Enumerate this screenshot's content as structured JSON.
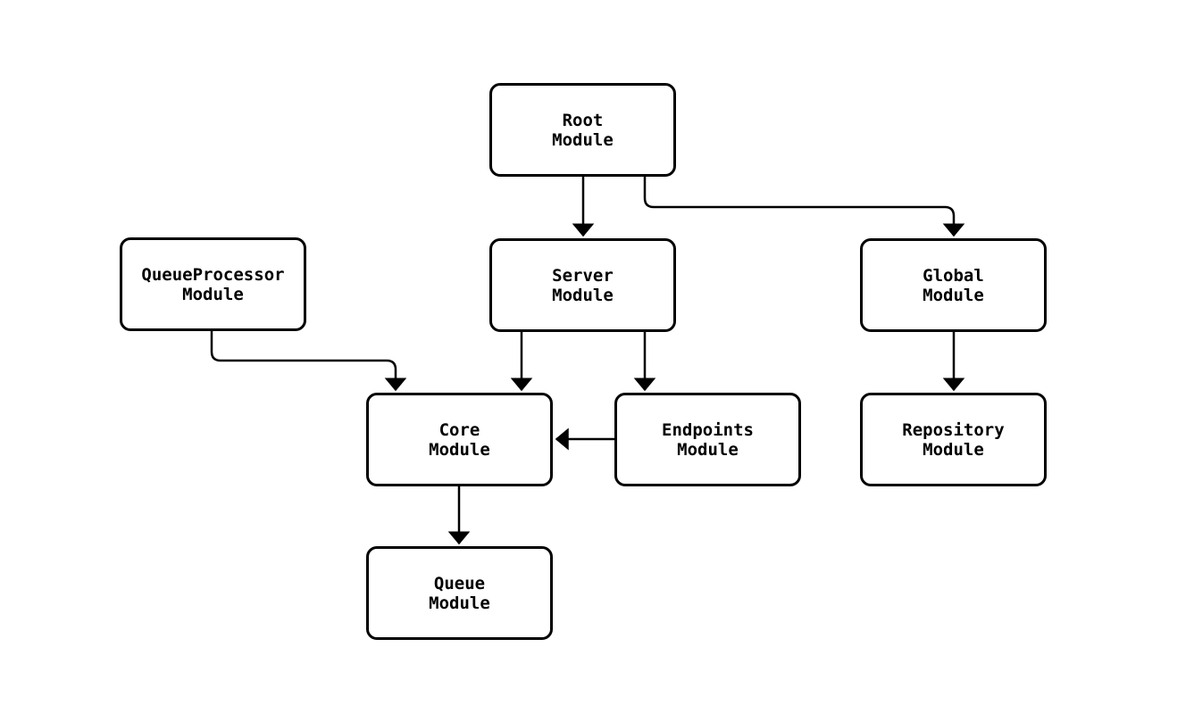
{
  "diagram": {
    "type": "flowchart",
    "colors": {
      "background": "#ffffff",
      "node_fill": "#ffffff",
      "node_border": "#000000",
      "text": "#000000",
      "edge": "#000000"
    },
    "nodes": {
      "root": {
        "label": "Root\nModule"
      },
      "queueprocessor": {
        "label": "QueueProcessor\nModule"
      },
      "server": {
        "label": "Server\nModule"
      },
      "global": {
        "label": "Global\nModule"
      },
      "core": {
        "label": "Core\nModule"
      },
      "endpoints": {
        "label": "Endpoints\nModule"
      },
      "repository": {
        "label": "Repository\nModule"
      },
      "queue": {
        "label": "Queue\nModule"
      }
    },
    "edges": [
      {
        "from": "Root Module",
        "to": "Server Module"
      },
      {
        "from": "Root Module",
        "to": "Global Module"
      },
      {
        "from": "QueueProcessor Module",
        "to": "Core Module"
      },
      {
        "from": "Server Module",
        "to": "Core Module"
      },
      {
        "from": "Server Module",
        "to": "Endpoints Module"
      },
      {
        "from": "Endpoints Module",
        "to": "Core Module"
      },
      {
        "from": "Global Module",
        "to": "Repository Module"
      },
      {
        "from": "Core Module",
        "to": "Queue Module"
      }
    ]
  }
}
